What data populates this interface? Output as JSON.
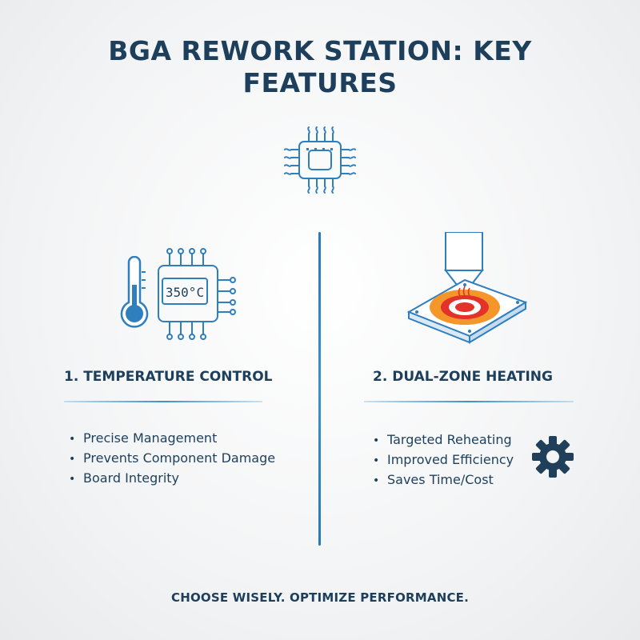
{
  "title": "BGA REWORK STATION: KEY FEATURES",
  "features": [
    {
      "heading": "1. TEMPERATURE CONTROL",
      "display_reading": "350°C",
      "bullets": [
        "Precise Management",
        "Prevents Component Damage",
        "Board Integrity"
      ],
      "icons": [
        "thermometer-icon",
        "controller-display-icon"
      ]
    },
    {
      "heading": "2. DUAL-ZONE HEATING",
      "bullets": [
        "Targeted Reheating",
        "Improved Efficiency",
        "Saves Time/Cost"
      ],
      "icons": [
        "heat-nozzle-board-icon",
        "gear-icon"
      ]
    }
  ],
  "top_icon": "bga-chip-icon",
  "tagline": "CHOOSE WISELY. OPTIMIZE PERFORMANCE.",
  "colors": {
    "navy": "#1d3f5c",
    "accent_blue": "#2f7fbf",
    "heat_red": "#e2322a",
    "heat_orange": "#f5962a",
    "gear": "#1f3f5a"
  }
}
